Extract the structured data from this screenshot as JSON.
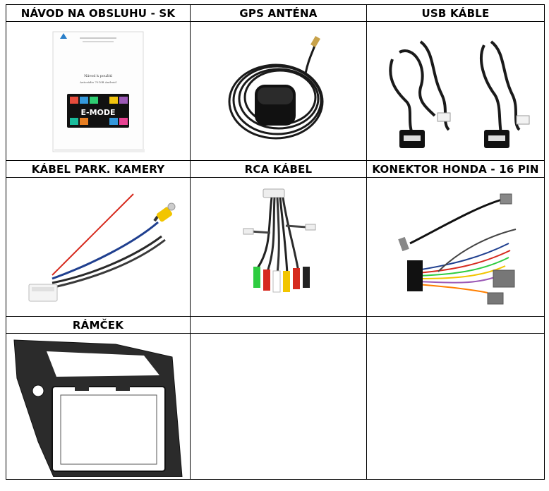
{
  "rows": [
    {
      "headers": [
        "NÁVOD NA OBSLUHU - SK",
        "GPS ANTÉNA",
        "USB KÁBLE"
      ]
    },
    {
      "headers": [
        "KÁBEL PARK. KAMERY",
        "RCA KÁBEL",
        "KONEKTOR HONDA - 16 PIN"
      ]
    },
    {
      "headers": [
        "RÁMČEK",
        "",
        ""
      ]
    }
  ],
  "manual": {
    "title": "Návod k použití",
    "subtitle": "Autorádio 7010B Android",
    "logo_text": "E-MODE"
  }
}
